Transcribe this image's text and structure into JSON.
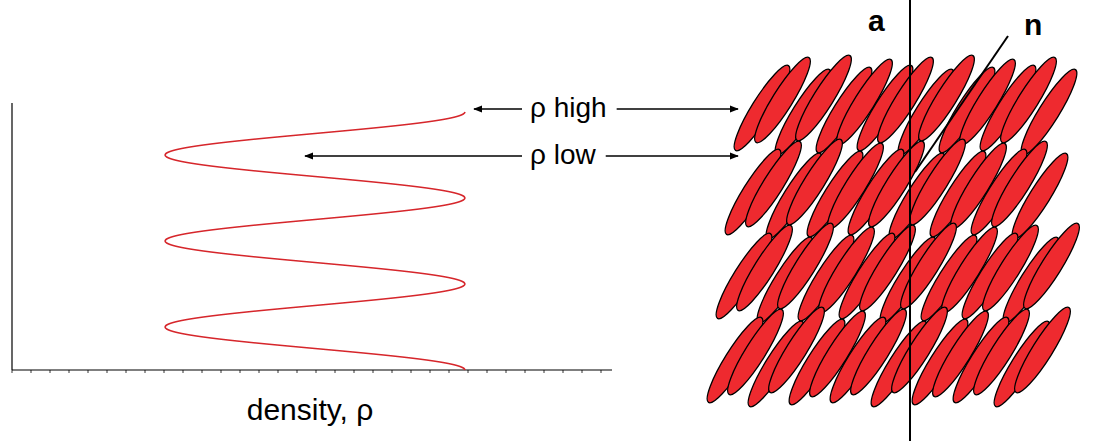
{
  "diagram": {
    "labels": [
      "ρ high",
      "ρ low",
      "density, ρ",
      "a",
      "n"
    ]
  }
}
